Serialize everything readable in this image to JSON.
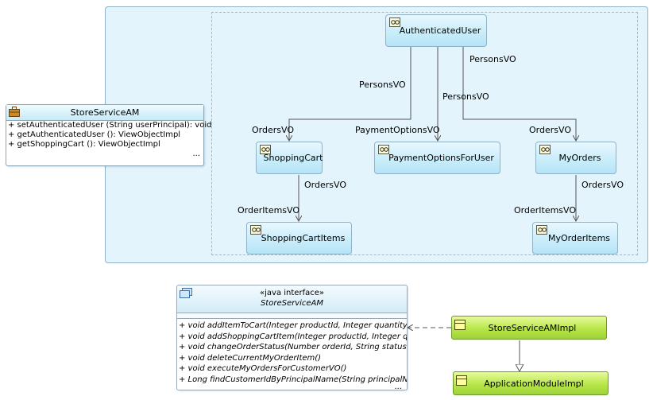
{
  "data_model": {
    "nodes": {
      "authenticated_user": "AuthenticatedUser",
      "shopping_cart": "ShoppingCart",
      "payment_options": "PaymentOptionsForUser",
      "my_orders": "MyOrders",
      "shopping_cart_items": "ShoppingCartItems",
      "my_order_items": "MyOrderItems"
    },
    "labels": {
      "persons_vo_left": "PersonsVO",
      "persons_vo_mid": "PersonsVO",
      "persons_vo_right": "PersonsVO",
      "orders_vo_left": "OrdersVO",
      "payment_options_vo": "PaymentOptionsVO",
      "orders_vo_right": "OrdersVO",
      "orders_vo_cart": "OrdersVO",
      "order_items_vo_cart": "OrderItemsVO",
      "orders_vo_myorders": "OrdersVO",
      "order_items_vo_myorders": "OrderItemsVO"
    }
  },
  "app_module": {
    "name": "StoreServiceAM",
    "methods": [
      "+ setAuthenticatedUser (String userPrincipal): void",
      "+ getAuthenticatedUser (): ViewObjectImpl",
      "+ getShoppingCart (): ViewObjectImpl"
    ],
    "more": "..."
  },
  "interface": {
    "stereotype": "«java interface»",
    "name": "StoreServiceAM",
    "methods": [
      "+ void addItemToCart(Integer productId, Integer quantity)",
      "+ void addShoppingCartItem(Integer productId, Integer qua",
      "+ void changeOrderStatus(Number orderId, String statusC",
      "+ void deleteCurrentMyOrderItem()",
      "+ void executeMyOrdersForCustomerVO()",
      "+ Long findCustomerIdByPrincipalName(String principalNa"
    ],
    "more": "..."
  },
  "impl": {
    "store_impl": "StoreServiceAMImpl",
    "base_impl": "ApplicationModuleImpl"
  },
  "colors": {
    "panel_bg": "#e3f4fc",
    "node_fill": "#cdeefb",
    "impl_fill": "#b8e64a",
    "connector": "#555555"
  }
}
